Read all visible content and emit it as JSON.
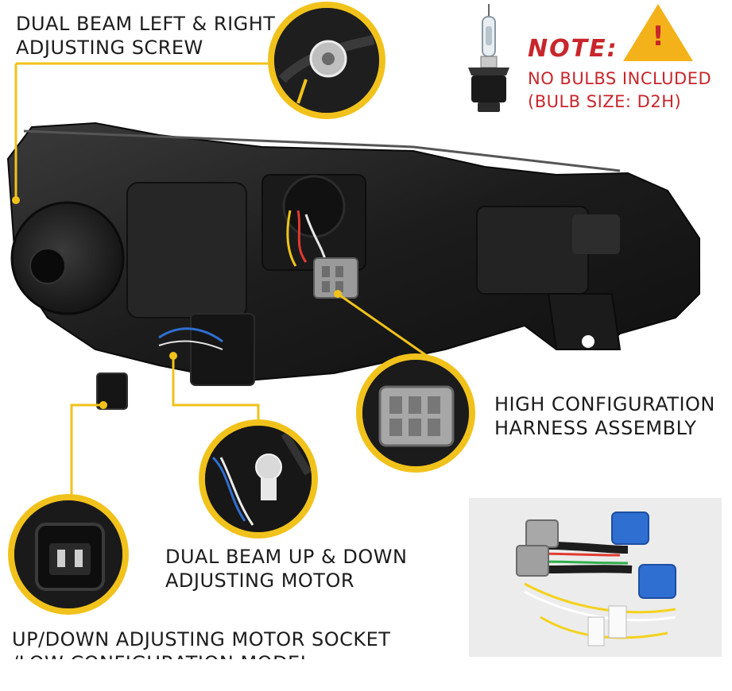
{
  "labels": {
    "dual_beam_screw_line1": "DUAL BEAM LEFT & RIGHT",
    "dual_beam_screw_line2": "ADJUSTING SCREW",
    "harness_line1": "HIGH CONFIGURATION",
    "harness_line2": "HARNESS ASSEMBLY",
    "motor_line1": "DUAL BEAM UP & DOWN",
    "motor_line2": "ADJUSTING MOTOR",
    "socket_line1": "UP/DOWN ADJUSTING MOTOR SOCKET",
    "socket_line2": "/LOW CONFIGURATION MODEL"
  },
  "note": {
    "title": "NOTE:",
    "warning_mark": "!",
    "line1": "NO BULBS INCLUDED",
    "line2": "(BULB SIZE: D2H)"
  },
  "colors": {
    "callout_yellow": "#f1c21b",
    "note_red": "#c8262c",
    "housing": "#1e1e1e",
    "harness_blue": "#2f6fd1"
  },
  "icons": {
    "bulb": "hid-bulb-icon",
    "warning": "warning-triangle-icon"
  }
}
